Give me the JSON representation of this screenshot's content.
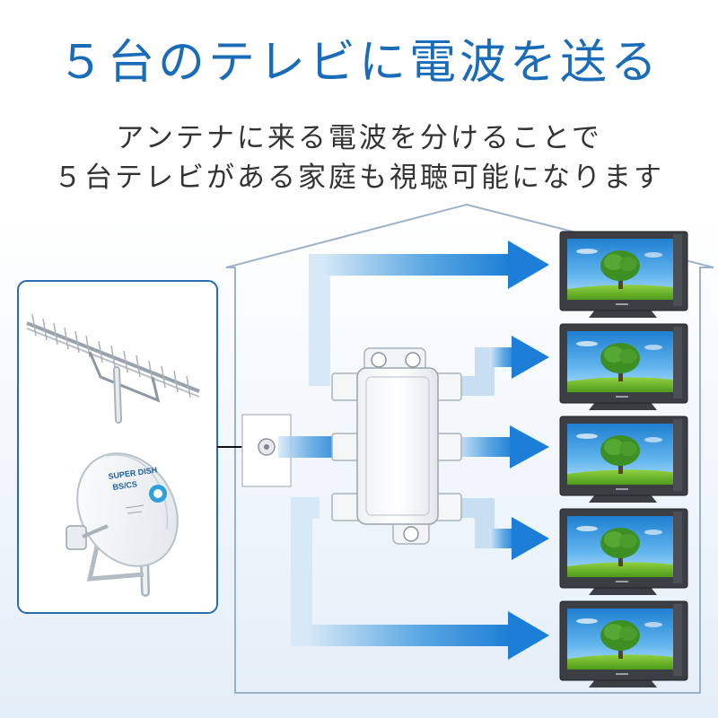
{
  "header": {
    "title": "５台のテレビに電波を送る",
    "subtitle_line1": "アンテナに来る電波を分けることで",
    "subtitle_line2": "５台テレビがある家庭も視聴可能になります"
  },
  "antenna_panel": {
    "dish_brand_line1": "SUPER DISH",
    "dish_brand_line2": "BS/CS"
  },
  "tvs": {
    "count": 5
  },
  "colors": {
    "title": "#1a6cb8",
    "outline": "#9db2c9",
    "panel_border": "#2b6cb0",
    "arrow": "#1c7ed6",
    "arrow_light": "#cfe3f5",
    "tv_frame": "#3b3f44",
    "sky": "#2f9be0",
    "grass": "#6dbb2a",
    "tree": "#3c8f23"
  }
}
